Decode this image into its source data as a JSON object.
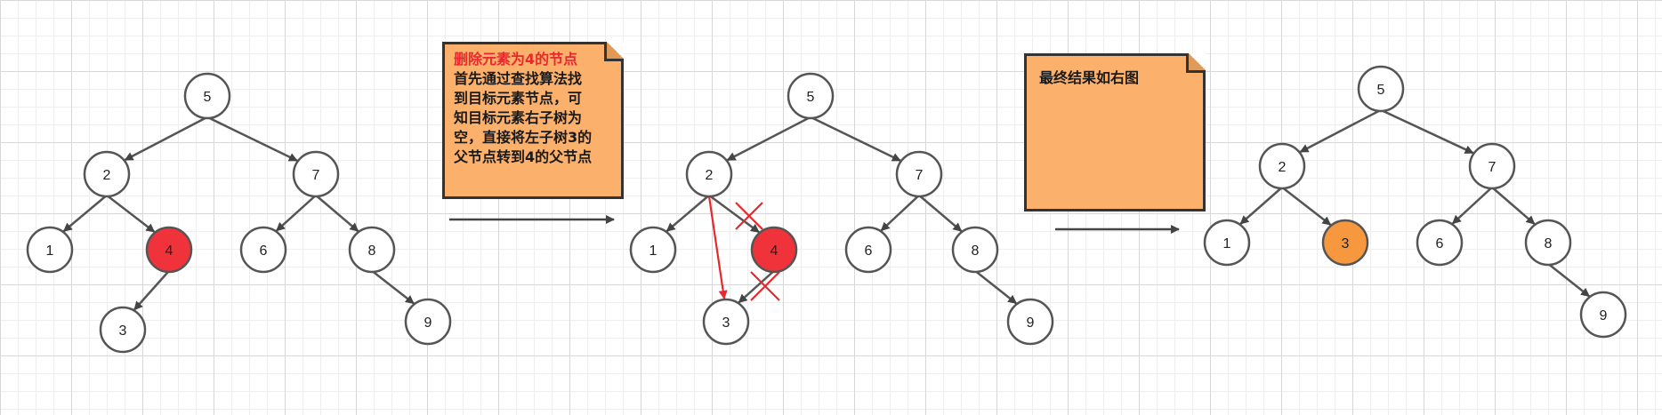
{
  "colors": {
    "node_fill": "#ffffff",
    "node_stroke": "#555555",
    "deleted_fill": "#f0333a",
    "replaced_fill": "#f7983f",
    "edge": "#555555",
    "red_mark": "#e8282d",
    "note_fill": "#fbb06c"
  },
  "note1": {
    "title": "删除元素为4的节点",
    "body": [
      "首先通过查找算法找",
      "到目标元素节点，可",
      "知目标元素右子树为",
      "空，直接将左子树3的",
      "父节点转到4的父节点"
    ]
  },
  "note2": {
    "text": "最终结果如右图"
  },
  "trees": [
    {
      "name": "before",
      "nodes": [
        {
          "id": "t1-n5",
          "label": "5"
        },
        {
          "id": "t1-n2",
          "label": "2"
        },
        {
          "id": "t1-n7",
          "label": "7"
        },
        {
          "id": "t1-n1",
          "label": "1"
        },
        {
          "id": "t1-n4",
          "label": "4",
          "state": "deleted"
        },
        {
          "id": "t1-n6",
          "label": "6"
        },
        {
          "id": "t1-n8",
          "label": "8"
        },
        {
          "id": "t1-n3",
          "label": "3"
        },
        {
          "id": "t1-n9",
          "label": "9"
        }
      ]
    },
    {
      "name": "process",
      "nodes": [
        {
          "id": "t2-n5",
          "label": "5"
        },
        {
          "id": "t2-n2",
          "label": "2"
        },
        {
          "id": "t2-n7",
          "label": "7"
        },
        {
          "id": "t2-n1",
          "label": "1"
        },
        {
          "id": "t2-n4",
          "label": "4",
          "state": "deleted"
        },
        {
          "id": "t2-n6",
          "label": "6"
        },
        {
          "id": "t2-n8",
          "label": "8"
        },
        {
          "id": "t2-n3",
          "label": "3"
        },
        {
          "id": "t2-n9",
          "label": "9"
        }
      ]
    },
    {
      "name": "after",
      "nodes": [
        {
          "id": "t3-n5",
          "label": "5"
        },
        {
          "id": "t3-n2",
          "label": "2"
        },
        {
          "id": "t3-n7",
          "label": "7"
        },
        {
          "id": "t3-n1",
          "label": "1"
        },
        {
          "id": "t3-n3",
          "label": "3",
          "state": "replaced"
        },
        {
          "id": "t3-n6",
          "label": "6"
        },
        {
          "id": "t3-n8",
          "label": "8"
        },
        {
          "id": "t3-n9",
          "label": "9"
        }
      ]
    }
  ]
}
